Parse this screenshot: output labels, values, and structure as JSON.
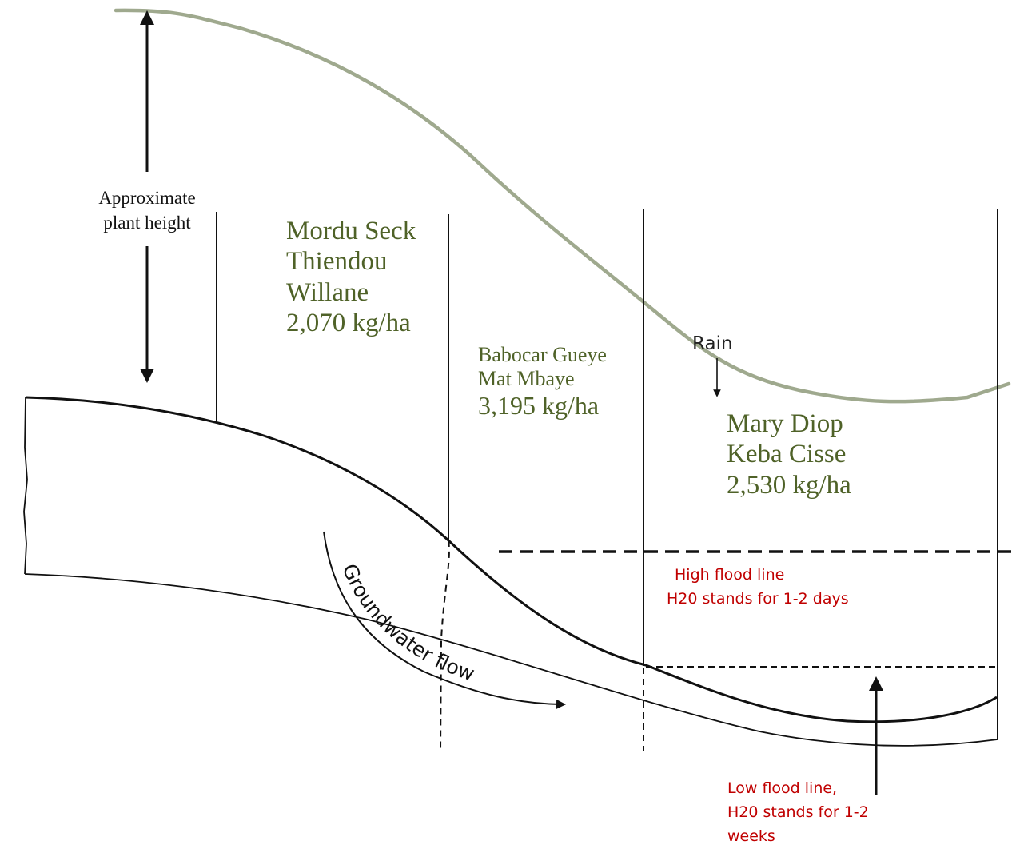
{
  "colors": {
    "plant_line": "#9fa98e",
    "farm_text": "#4f6228",
    "flood_text": "#c00000",
    "ink": "#111111"
  },
  "plant_height": {
    "line1": "Approximate",
    "line2": "plant height"
  },
  "farms": [
    {
      "line1": "Mordu Seck",
      "line2": "Thiendou",
      "line3": "Willane",
      "yield": "2,070 kg/ha"
    },
    {
      "line1": "Babocar Gueye",
      "line2": "Mat Mbaye",
      "yield": "3,195 kg/ha"
    },
    {
      "line1": "Mary Diop",
      "line2": "Keba Cisse",
      "yield": "2,530 kg/ha"
    }
  ],
  "rain_label": "Rain",
  "groundwater_label": "Groundwater flow",
  "high_flood": {
    "line1": "High flood line",
    "line2": "H20 stands for 1-2 days"
  },
  "low_flood": {
    "line1": "Low flood line,",
    "line2": "H20 stands for 1-2",
    "line3": "weeks"
  }
}
